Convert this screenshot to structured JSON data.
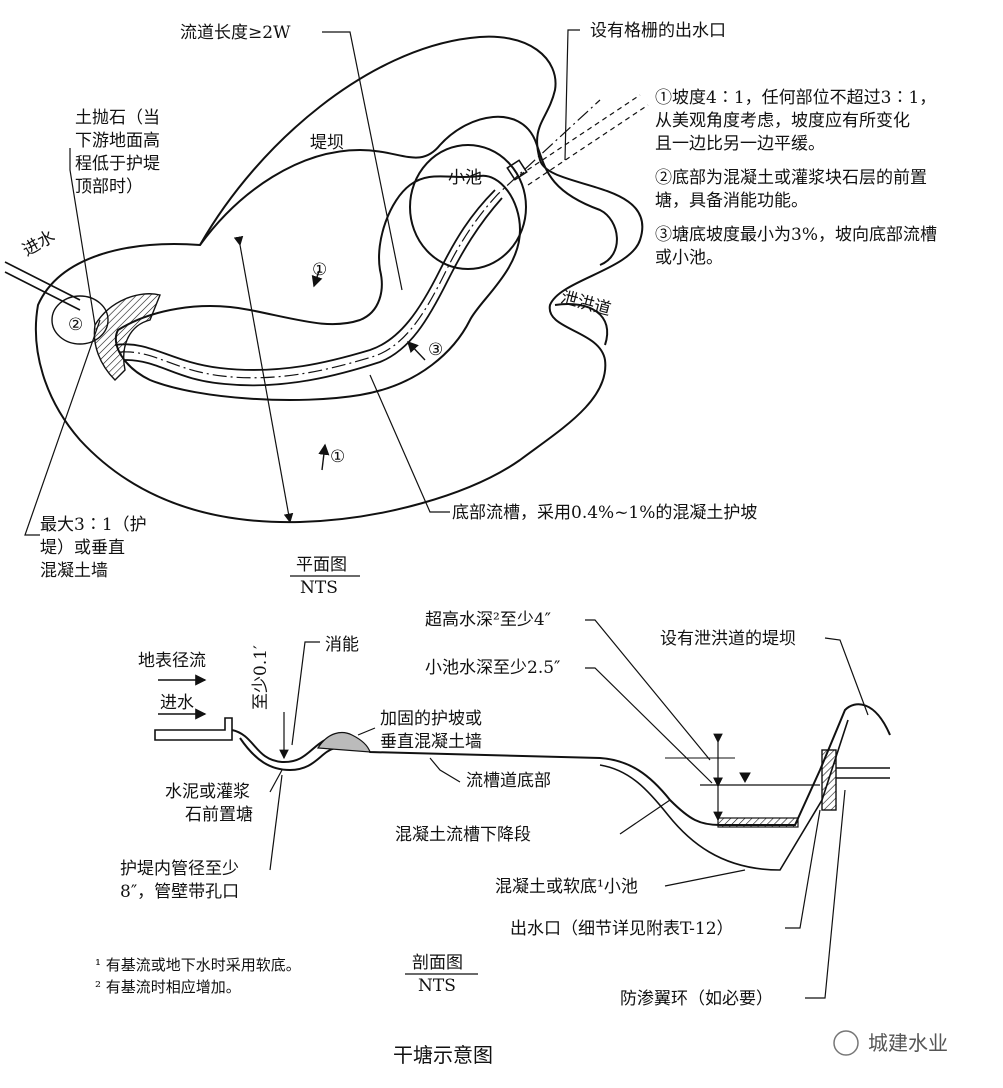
{
  "plan": {
    "flow_length": "流道长度≥2W",
    "outlet_grate": "设有格栅的出水口",
    "riprap": [
      "土抛石（当",
      "下游地面高",
      "程低于护堤",
      "顶部时）"
    ],
    "dam": "堤坝",
    "pond": "小池",
    "inflow": "进水",
    "spillway": "泄洪道",
    "notes": [
      "①坡度4∶1，任何部位不超过3∶1，",
      "从美观角度考虑，坡度应有所变化",
      "且一边比另一边平缓。",
      "②底部为混凝土或灌浆块石层的前置",
      "塘，具备消能功能。",
      "③塘底坡度最小为3%，坡向底部流槽",
      "或小池。"
    ],
    "max_slope": [
      "最大3∶1（护",
      "堤）或垂直",
      "混凝土墙"
    ],
    "channel": "底部流槽，采用0.4%~1%的混凝土护坡",
    "view_title": "平面图",
    "view_scale": "NTS",
    "mark1": "①",
    "mark2": "②",
    "mark3": "③"
  },
  "section": {
    "surface_runoff": "地表径流",
    "inflow": "进水",
    "min_depth": "至少0.1′",
    "energy": "消能",
    "reinforced": [
      "加固的护坡或",
      "垂直混凝土墙"
    ],
    "channel_bottom": "流槽道底部",
    "freeboard": "超高水深²至少4″",
    "pond_depth": "小池水深至少2.5″",
    "dam_spillway": "设有泄洪道的堤坝",
    "forebay": [
      "水泥或灌浆",
      "石前置塘"
    ],
    "drop": "混凝土流槽下降段",
    "pipe": [
      "护堤内管径至少",
      "8″，管壁带孔口"
    ],
    "soft_pond": "混凝土或软底¹小池",
    "outlet": "出水口（细节详见附表T-12）",
    "collar": "防渗翼环（如必要）",
    "footnotes": [
      "¹ 有基流或地下水时采用软底。",
      "² 有基流时相应增加。"
    ],
    "view_title": "剖面图",
    "view_scale": "NTS"
  },
  "caption": "干塘示意图",
  "watermark": "城建水业"
}
